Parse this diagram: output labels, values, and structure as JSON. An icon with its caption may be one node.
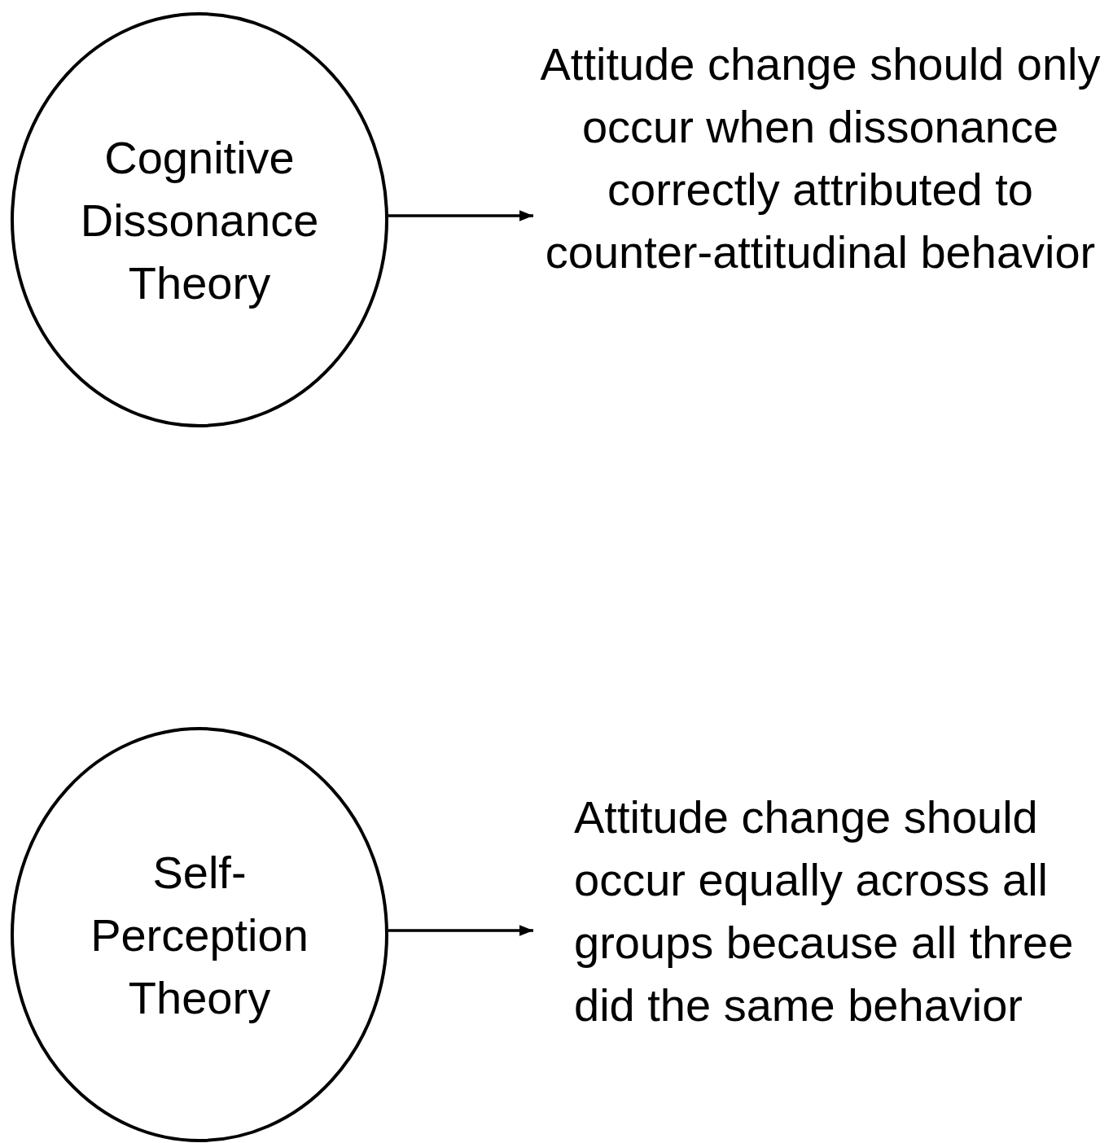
{
  "diagram": {
    "nodes": [
      {
        "text": [
          "Cognitive Dissonance Theory"
        ]
      },
      {
        "text": [
          "Attitude change should only occur when dissonance correctly attributed to counter-attitudinal behavior"
        ]
      },
      {
        "text": [
          "Self-Perception Theory"
        ]
      },
      {
        "text": [
          "Attitude change should occur equally across all groups because all three did the same behavior"
        ]
      }
    ],
    "edges": [
      {
        "from": 0,
        "to": 1,
        "arrow": "to"
      },
      {
        "from": 2,
        "to": 3,
        "arrow": "to"
      }
    ]
  }
}
